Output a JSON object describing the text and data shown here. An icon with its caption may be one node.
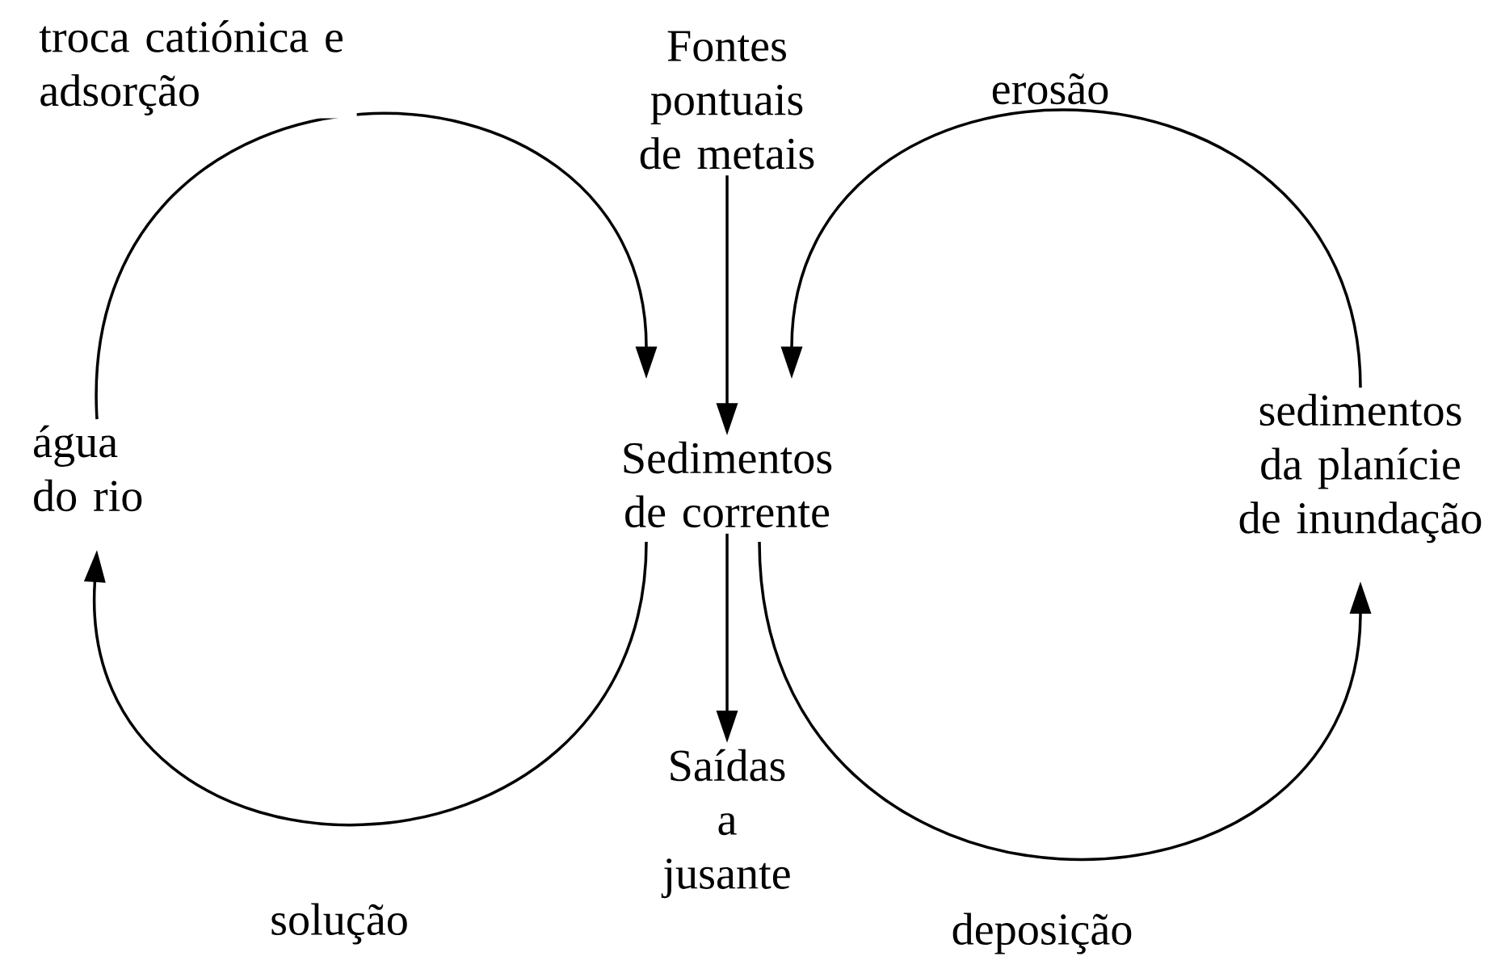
{
  "diagram": {
    "nodes": [
      {
        "text": [
          "Fontes pontuais de metais"
        ]
      },
      {
        "text": [
          "Sedimentos de corrente"
        ]
      },
      {
        "text": [
          "água do rio"
        ]
      },
      {
        "text": [
          "sedimentos da planície de inundação"
        ]
      },
      {
        "text": [
          "Saídas a jusante"
        ]
      }
    ],
    "edges": [
      {
        "from": 0,
        "to": 1,
        "arrow": "to"
      },
      {
        "from": 2,
        "to": 1,
        "arrow": "to",
        "label": "troca catiónica e adsorção"
      },
      {
        "from": 3,
        "to": 1,
        "arrow": "to",
        "label": "erosão"
      },
      {
        "from": 1,
        "to": 2,
        "arrow": "to",
        "label": "solução"
      },
      {
        "from": 1,
        "to": 3,
        "arrow": "to",
        "label": "deposição"
      },
      {
        "from": 1,
        "to": 4,
        "arrow": "to"
      }
    ]
  }
}
